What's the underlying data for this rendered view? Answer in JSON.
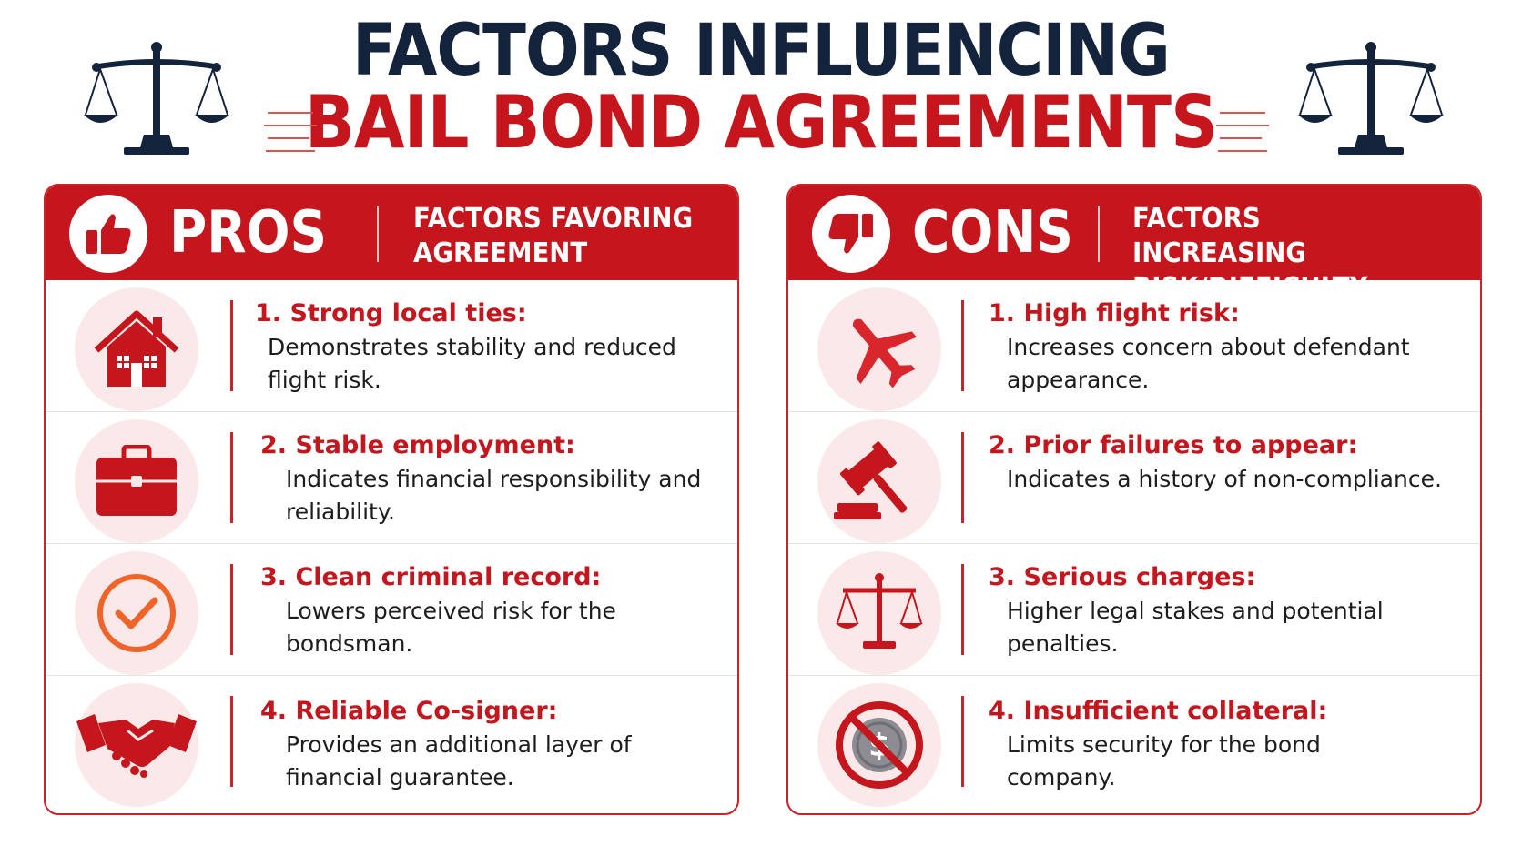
{
  "header": {
    "title_line1": "FACTORS INFLUENCING",
    "title_line2": "BAIL BOND AGREEMENTS"
  },
  "colors": {
    "accent_red": "#c4161c",
    "navy": "#14233c",
    "icon_bg": "#fbe9e9",
    "check_orange": "#f0642a"
  },
  "pros": {
    "label": "PROS",
    "subtitle": "FACTORS FAVORING AGREEMENT",
    "icon": "thumbs-up-icon",
    "items": [
      {
        "icon": "house-icon",
        "title": "1. Strong local ties:",
        "desc": "Demonstrates stability and reduced flight risk."
      },
      {
        "icon": "briefcase-icon",
        "title": "2. Stable employment:",
        "desc": "Indicates financial responsibility and reliability."
      },
      {
        "icon": "checkmark-icon",
        "title": "3. Clean criminal record:",
        "desc": "Lowers perceived risk for the bondsman."
      },
      {
        "icon": "handshake-icon",
        "title": "4. Reliable Co-signer:",
        "desc": "Provides an additional layer of financial guarantee."
      }
    ]
  },
  "cons": {
    "label": "CONS",
    "subtitle": "FACTORS INCREASING RISK/DIFFICULTY",
    "icon": "thumbs-down-icon",
    "items": [
      {
        "icon": "airplane-icon",
        "title": "1. High flight risk:",
        "desc": "Increases concern about defendant appearance."
      },
      {
        "icon": "gavel-icon",
        "title": "2. Prior failures to appear:",
        "desc": "Indicates a history of non-compliance."
      },
      {
        "icon": "scales-icon",
        "title": "3. Serious charges:",
        "desc": "Higher legal stakes and potential penalties."
      },
      {
        "icon": "no-money-icon",
        "title": "4. Insufficient collateral:",
        "desc": "Limits security for the bond company."
      }
    ]
  }
}
